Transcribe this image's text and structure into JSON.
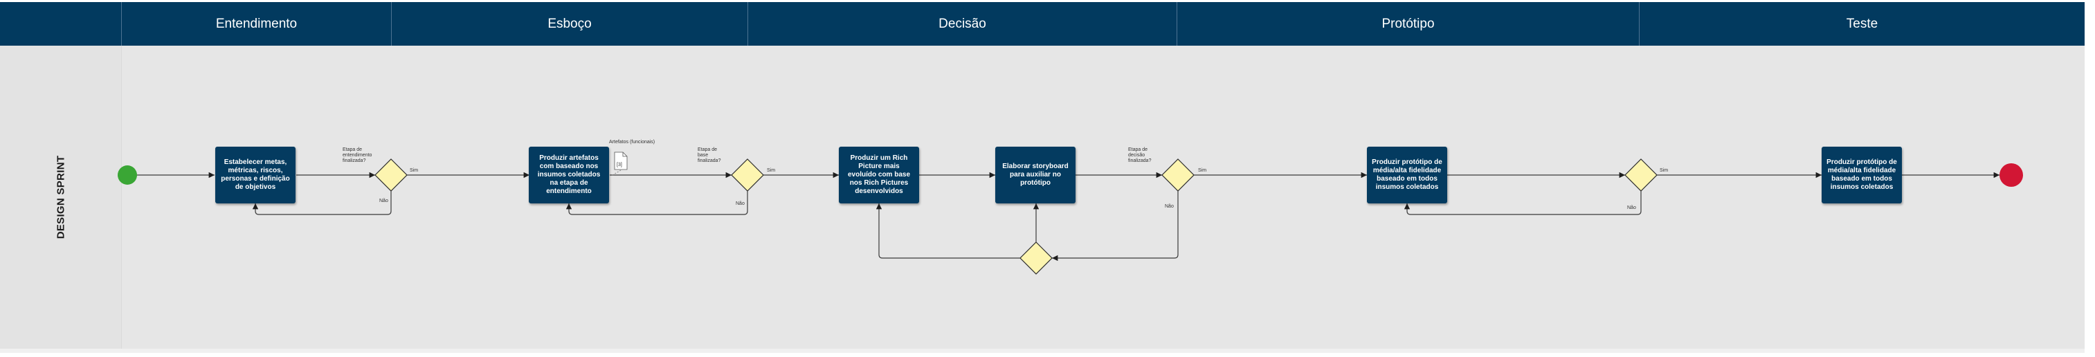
{
  "lane_title": "DESIGN SPRINT",
  "phases": [
    "Entendimento",
    "Esboço",
    "Decisão",
    "Protótipo",
    "Teste"
  ],
  "tasks": {
    "t1": "Estabelecer metas, métricas, riscos, personas e definição de objetivos",
    "t2": "Produzir artefatos com baseado nos insumos coletados na etapa de entendimento",
    "t3": "Produzir um Rich Picture mais evoluído com base nos Rich Pictures desenvolvidos",
    "t4": "Elaborar storyboard para auxiliar no protótipo",
    "t5": "Produzir protótipo de média/alta fidelidade baseado em todos insumos coletados",
    "t6": "Produzir protótipo de média/alta fidelidade baseado em todos insumos coletados"
  },
  "gateways": {
    "g1": "Etapa de entendimento finalizada?",
    "g2": "Etapa de base finalizada?",
    "g3": "Etapa de decisão finalizada?"
  },
  "flow_labels": {
    "yes": "Sim",
    "no": "Não"
  },
  "artifact": {
    "label": "Artefatos (funcionais)",
    "count": "[3]"
  },
  "colors": {
    "header": "#023a5f",
    "task": "#043b60",
    "lane": "#e6e6e6",
    "gateway": "#fdf5b0",
    "start": "#3aa635",
    "end": "#d21634"
  }
}
